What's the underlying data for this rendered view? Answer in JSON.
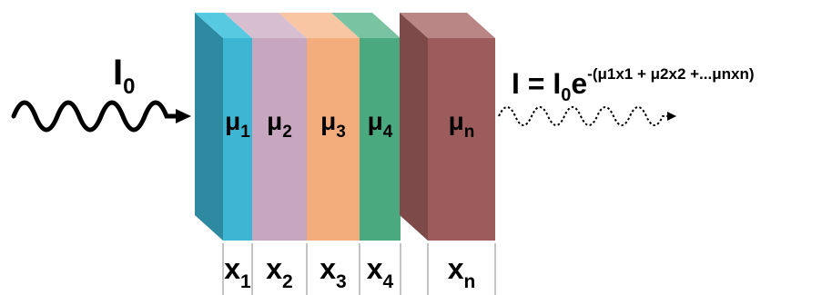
{
  "incident": {
    "symbol": "I",
    "subscript": "0"
  },
  "layers": [
    {
      "mu_base": "μ",
      "mu_sub": "1",
      "x_base": "x",
      "x_sub": "1",
      "front_color": "#3db6d3",
      "side_color": "#3590a8",
      "top_color": "#57c9e1"
    },
    {
      "mu_base": "μ",
      "mu_sub": "2",
      "x_base": "x",
      "x_sub": "2",
      "front_color": "#c7a7bf",
      "side_color": "#a98aa2",
      "top_color": "#d7bfd1"
    },
    {
      "mu_base": "μ",
      "mu_sub": "3",
      "x_base": "x",
      "x_sub": "3",
      "front_color": "#f3ad7d",
      "side_color": "#d29068",
      "top_color": "#f8c6a2"
    },
    {
      "mu_base": "μ",
      "mu_sub": "4",
      "x_base": "x",
      "x_sub": "4",
      "front_color": "#4aa97f",
      "side_color": "#3b8a67",
      "top_color": "#7ac3a2"
    },
    {
      "mu_base": "μ",
      "mu_sub": "n",
      "x_base": "x",
      "x_sub": "n",
      "front_color": "#9c5c5c",
      "side_color": "#7e4949",
      "top_color": "#b98585"
    }
  ],
  "equation": {
    "lhs": "I = ",
    "base": "I",
    "base_sub": "0",
    "e": "e",
    "exponent": "-(μ1x1 + μ2x2 +...μnxn)"
  },
  "colors": {
    "first_block_side": "#2e8aa0",
    "wave": "#000000"
  }
}
